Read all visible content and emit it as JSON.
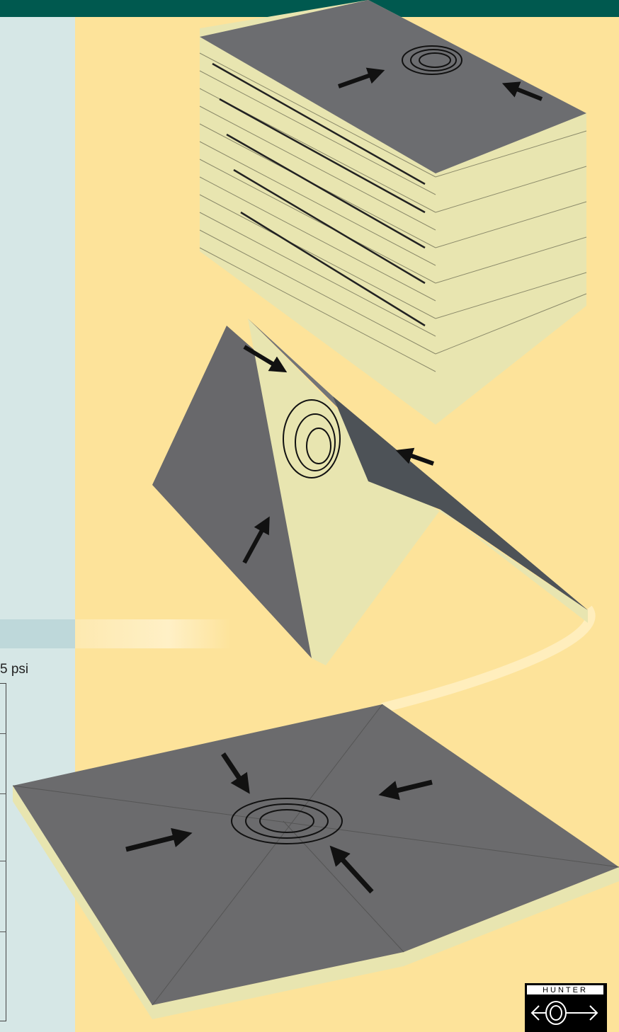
{
  "left_panel": {
    "pressure_text": "5 psi"
  },
  "logo": {
    "wordmark": "HUNTER",
    "icon": "spiral-arrow-icon"
  },
  "colors": {
    "header": "#00594f",
    "panel": "#d6e7e6",
    "background": "#fde39a",
    "board_top": "#6b6b6d",
    "board_edge": "#e8e5b0"
  },
  "illustration": {
    "boards": [
      "stacked-boards",
      "folded-tapered-board",
      "flat-tapered-board"
    ],
    "arrow_icon": "arrow-icon",
    "drain_icon": "drain-rings-icon"
  }
}
